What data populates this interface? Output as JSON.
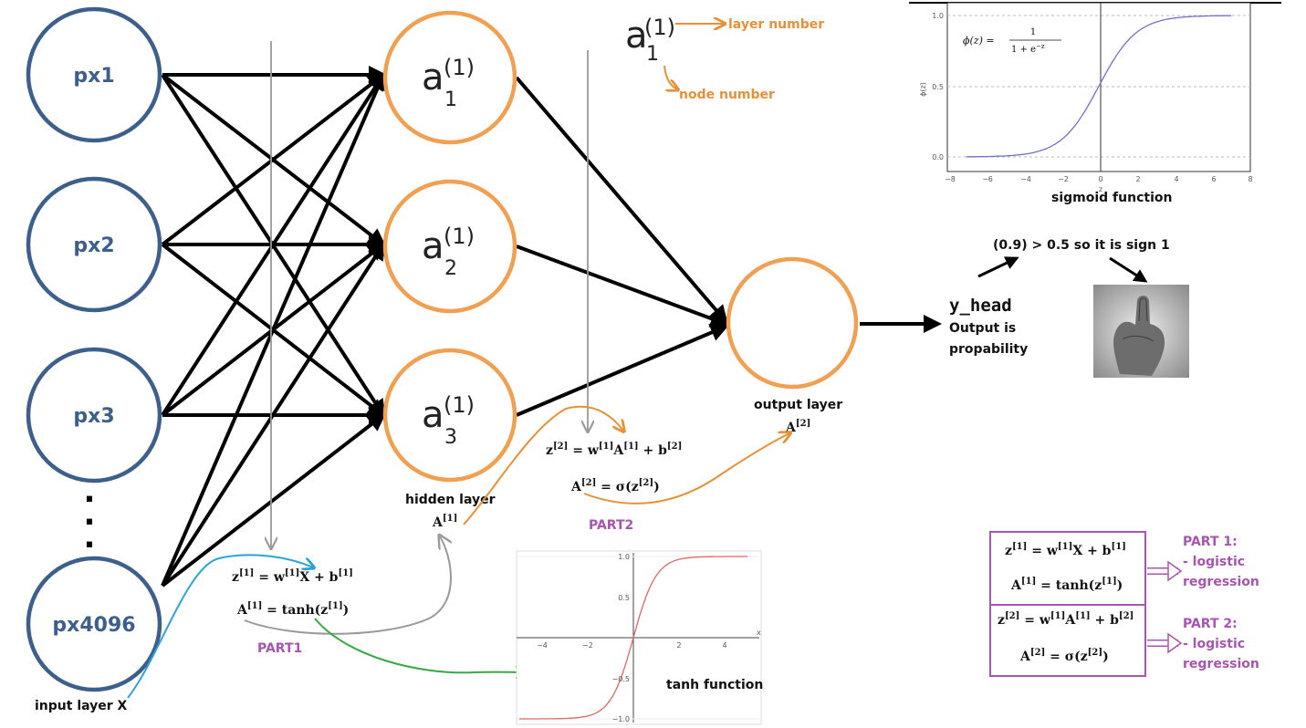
{
  "input_nodes": [
    "px1",
    "px2",
    "px3",
    "px4096"
  ],
  "ellipsis": ".",
  "input_layer_label": "input layer X",
  "hidden_nodes": [
    {
      "main": "a",
      "sup": "(1)",
      "sub": "1"
    },
    {
      "main": "a",
      "sup": "(1)",
      "sub": "2"
    },
    {
      "main": "a",
      "sup": "(1)",
      "sub": "3"
    }
  ],
  "hidden_layer_label": "hidden layer",
  "output_layer_label": "output layer",
  "notation": {
    "main": "a",
    "sup": "(1)",
    "sub": "1",
    "layer_note": "layer number",
    "node_note": "node number"
  },
  "part1": {
    "label": "PART1",
    "z_eq": {
      "lhs": "z",
      "lhs_sup": "[1]",
      "eq": " = ",
      "w": "w",
      "w_sup": "[1]",
      "rest": "X + b",
      "rest_sup": "[1]"
    },
    "a_eq": {
      "lhs": "A",
      "lhs_sup": "[1]",
      "eq": " = tanh(z",
      "arg_sup": "[1]",
      "close": ")"
    },
    "output": {
      "main": "A",
      "sup": "[1]"
    }
  },
  "part2": {
    "label": "PART2",
    "z_eq": {
      "lhs": "z",
      "lhs_sup": "[2]",
      "eq": " = ",
      "w": "w",
      "w_sup": "[1]",
      "mid": "A",
      "mid_sup": "[1]",
      "rest": " + b",
      "rest_sup": "[2]"
    },
    "a_eq": {
      "lhs": "A",
      "lhs_sup": "[2]",
      "eq": " = σ(z",
      "arg_sup": "[2]",
      "close": ")"
    },
    "output": {
      "main": "A",
      "sup": "[2]"
    }
  },
  "output": {
    "y_head": "y_head",
    "line1": "Output is",
    "line2": "propability",
    "decision": "(0.9) > 0.5 so it is sign 1"
  },
  "sigmoid_chart": {
    "caption": "sigmoid function",
    "formula_lhs": "ϕ(z) = ",
    "formula_num": "1",
    "formula_den": "1 + e",
    "formula_exp": "−z",
    "ylabel": "ϕ(z)",
    "xlabel": "z",
    "x_ticks": [
      "−8",
      "−6",
      "−4",
      "−2",
      "0",
      "2",
      "4",
      "6",
      "8"
    ],
    "y_ticks": [
      "0.0",
      "0.5",
      "1.0"
    ],
    "line_color": "#7070d0"
  },
  "tanh_chart": {
    "caption": "tanh function",
    "xlabel": "x",
    "x_ticks": [
      "−4",
      "−2",
      "2",
      "4"
    ],
    "y_ticks": [
      "1.0",
      "0.5",
      "−0.5",
      "−1.0"
    ],
    "line_color": "#e06666"
  },
  "summary": {
    "part1_title": "PART 1:",
    "part2_title": "PART 2:",
    "desc_line1": "- logistic",
    "desc_line2": "regression"
  },
  "colors": {
    "input_node": "#3d5f8c",
    "hidden_node": "#f0a050",
    "annotation_orange": "#e69138",
    "part_purple": "#a855b0",
    "part1_arrow": "#2ba3d6",
    "tanh_arrow": "#3aa845",
    "guide_gray": "#999999"
  }
}
